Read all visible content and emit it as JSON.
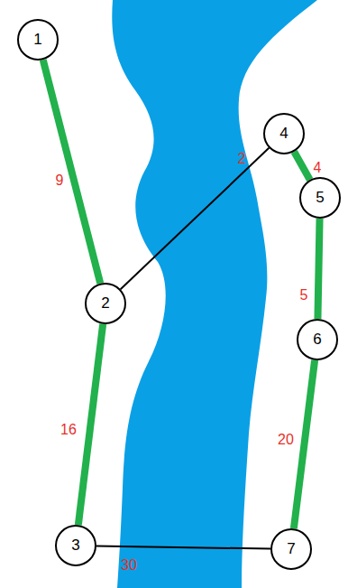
{
  "diagram": {
    "nodes": [
      {
        "text": [
          "1"
        ]
      },
      {
        "text": [
          "2"
        ]
      },
      {
        "text": [
          "3"
        ]
      },
      {
        "text": [
          "4"
        ]
      },
      {
        "text": [
          "5"
        ]
      },
      {
        "text": [
          "6"
        ]
      },
      {
        "text": [
          "7"
        ]
      }
    ],
    "edges": [
      {
        "from": 0,
        "to": 1,
        "arrow": "none",
        "label": "9"
      },
      {
        "from": 1,
        "to": 3,
        "arrow": "none",
        "label": "2"
      },
      {
        "from": 3,
        "to": 4,
        "arrow": "none",
        "label": "4"
      },
      {
        "from": 4,
        "to": 5,
        "arrow": "none",
        "label": "5"
      },
      {
        "from": 1,
        "to": 2,
        "arrow": "none",
        "label": "16"
      },
      {
        "from": 5,
        "to": 6,
        "arrow": "none",
        "label": "20"
      },
      {
        "from": 2,
        "to": 6,
        "arrow": "none",
        "label": "30"
      }
    ]
  }
}
